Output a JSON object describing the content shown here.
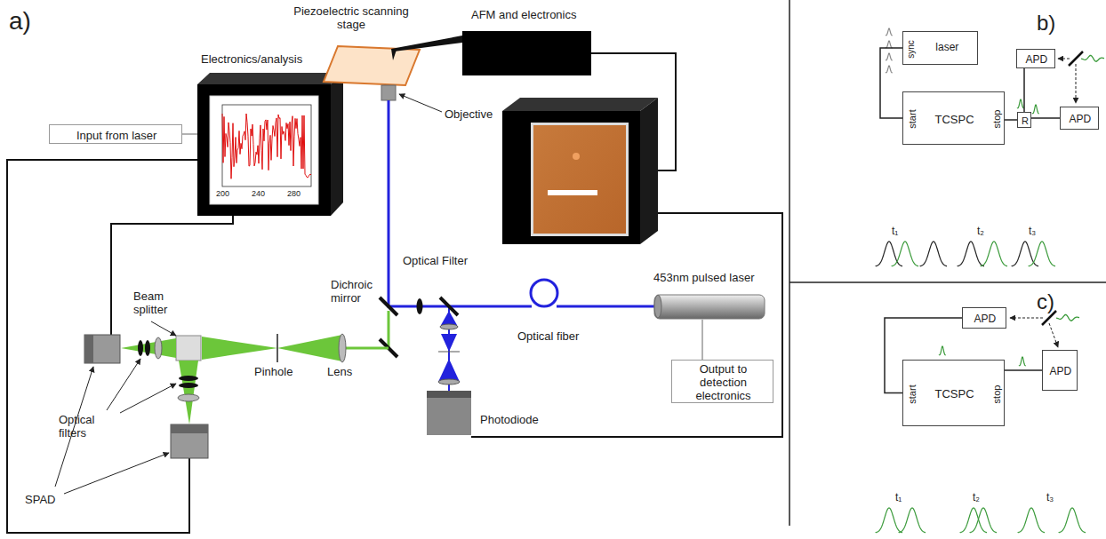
{
  "diagram": {
    "nodes": [
      {
        "text": [
          "Input from laser"
        ]
      },
      {
        "text": [
          "Output to detection electronics"
        ]
      },
      {
        "text": [
          "laser",
          "sync"
        ]
      },
      {
        "text": [
          "TCSPC",
          "start",
          "stop"
        ]
      },
      {
        "text": [
          "R"
        ]
      },
      {
        "text": [
          "APD"
        ]
      },
      {
        "text": [
          "APD"
        ]
      },
      {
        "text": [
          "APD"
        ]
      },
      {
        "text": [
          "TCSPC",
          "start",
          "stop"
        ]
      },
      {
        "text": [
          "APD"
        ]
      }
    ],
    "edges": [
      {
        "from": 2,
        "to": 3,
        "arrow": "none"
      },
      {
        "from": 4,
        "to": 3,
        "arrow": "none"
      },
      {
        "from": 5,
        "to": 4,
        "arrow": "none"
      },
      {
        "from": 6,
        "to": 4,
        "arrow": "none"
      },
      {
        "from": 7,
        "to": 8,
        "arrow": "none"
      },
      {
        "from": 9,
        "to": 8,
        "arrow": "none"
      }
    ],
    "labels": [
      "a)",
      "Electronics/analysis",
      "Piezoelectric scanning stage",
      "AFM and electronics",
      "Objective",
      "Optical Filter",
      "Dichroic mirror",
      "453nm pulsed laser",
      "Optical fiber",
      "Photodiode",
      "Beam splitter",
      "Pinhole",
      "Lens",
      "Optical filters",
      "SPAD",
      "200",
      "240",
      "280",
      "b)",
      "t₁",
      "t₂",
      "t₃",
      "c)",
      "t₁",
      "t₂",
      "t₃"
    ]
  }
}
